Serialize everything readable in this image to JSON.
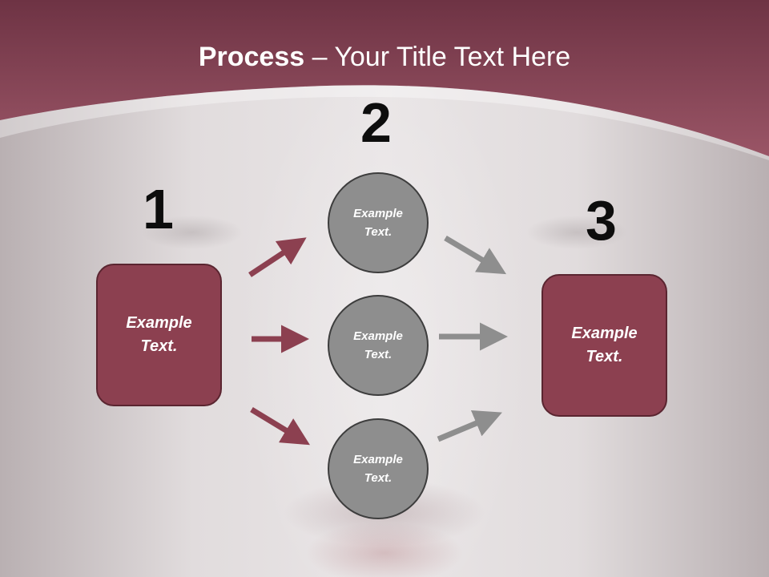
{
  "title": {
    "bold": "Process",
    "rest": " – Your Title Text Here"
  },
  "steps": {
    "one": {
      "number": "1",
      "text": "Example Text."
    },
    "two": {
      "number": "2"
    },
    "three": {
      "number": "3",
      "text": "Example Text."
    }
  },
  "circles": [
    {
      "text": "Example Text."
    },
    {
      "text": "Example Text."
    },
    {
      "text": "Example Text."
    }
  ],
  "colors": {
    "header": "#8c4a5c",
    "box_fill": "#8c4050",
    "circle_fill": "#8e8e8e",
    "arrow_left": "#8c4050",
    "arrow_right": "#8e8e8e"
  }
}
